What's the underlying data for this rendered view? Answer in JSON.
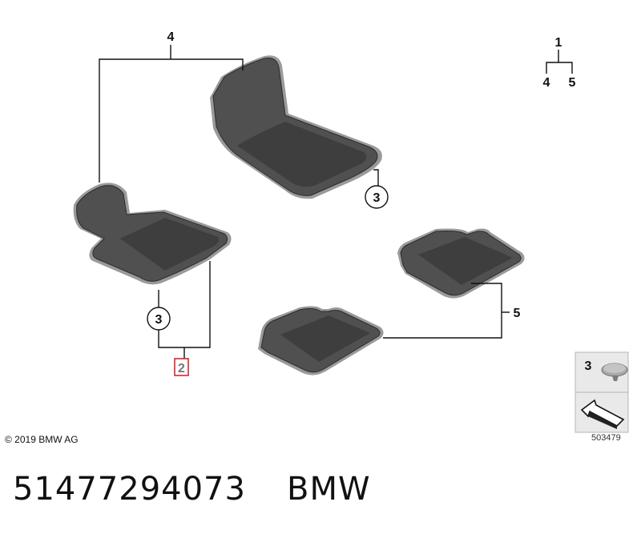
{
  "callouts": {
    "set_front": "4",
    "set_rear": "5",
    "mat_front_left": "2",
    "clip": "3",
    "set_all": "1",
    "legend_sub_front": "4",
    "legend_sub_rear": "5"
  },
  "inset": {
    "clip_number": "3"
  },
  "copyright": "© 2019 BMW AG",
  "diagram_ref": "503479",
  "part_number": "51477294073",
  "brand": "BMW",
  "colors": {
    "highlight": "#d9262c",
    "mat": "#505050",
    "inset_bg": "#e9e9e9"
  }
}
